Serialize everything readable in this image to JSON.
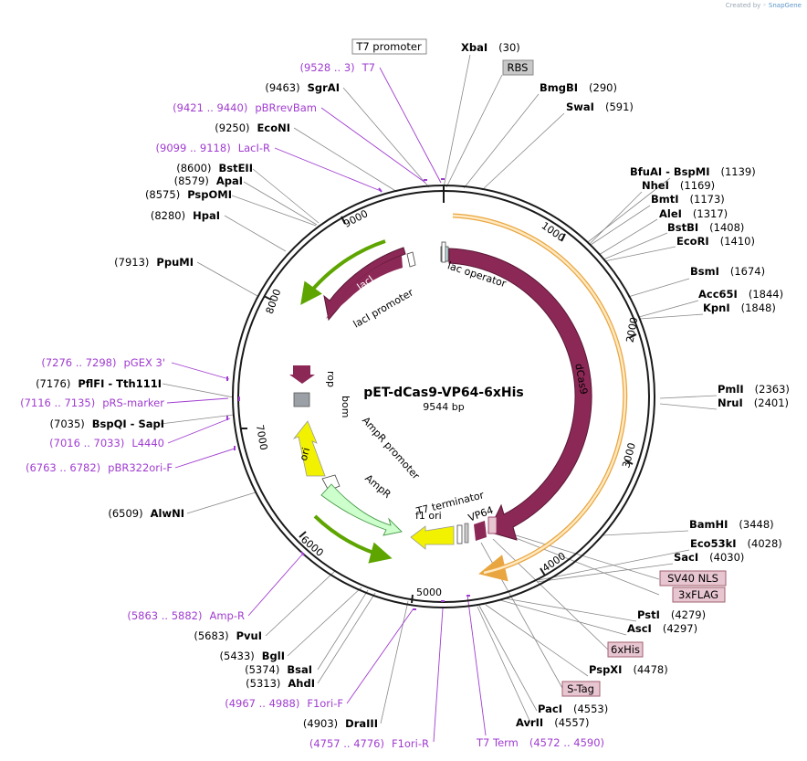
{
  "credit": {
    "prefix": "Created by",
    "brand": "SnapGene"
  },
  "plasmid": {
    "name": "pET-dCas9-VP64-6xHis",
    "length": "9544 bp"
  },
  "ticks": [
    "1000",
    "2000",
    "3000",
    "4000",
    "5000",
    "6000",
    "7000",
    "8000",
    "9000"
  ],
  "features": [
    {
      "name": "dCas9",
      "label": "dCas9",
      "color": "#8b2856"
    },
    {
      "name": "lacI",
      "label": "lacI",
      "color": "#8b2856"
    },
    {
      "name": "lacI promoter",
      "label": "lacI promoter"
    },
    {
      "name": "lac operator",
      "label": "lac operator"
    },
    {
      "name": "rop",
      "label": "rop",
      "color": "#8b2856"
    },
    {
      "name": "bom",
      "label": "bom",
      "color": "#9aa0a6"
    },
    {
      "name": "ori",
      "label": "ori",
      "color": "#f2f200"
    },
    {
      "name": "AmpR promoter",
      "label": "AmpR promoter"
    },
    {
      "name": "AmpR",
      "label": "AmpR",
      "color": "#ccffcc"
    },
    {
      "name": "f1 ori",
      "label": "f1 ori",
      "color": "#f2f200"
    },
    {
      "name": "T7 terminator",
      "label": "T7 terminator"
    },
    {
      "name": "VP64",
      "label": "VP64",
      "color": "#8b2856"
    }
  ],
  "sites_right": [
    {
      "name": "XbaI",
      "pos": "(30)"
    },
    {
      "name": "BmgBI",
      "pos": "(290)"
    },
    {
      "name": "SwaI",
      "pos": "(591)"
    },
    {
      "name": "BfuAI  -  BspMI",
      "pos": "(1139)"
    },
    {
      "name": "NheI",
      "pos": "(1169)"
    },
    {
      "name": "BmtI",
      "pos": "(1173)"
    },
    {
      "name": "AleI",
      "pos": "(1317)"
    },
    {
      "name": "BstBI",
      "pos": "(1408)"
    },
    {
      "name": "EcoRI",
      "pos": "(1410)"
    },
    {
      "name": "BsmI",
      "pos": "(1674)"
    },
    {
      "name": "Acc65I",
      "pos": "(1844)"
    },
    {
      "name": "KpnI",
      "pos": "(1848)"
    },
    {
      "name": "PmlI",
      "pos": "(2363)"
    },
    {
      "name": "NruI",
      "pos": "(2401)"
    },
    {
      "name": "BamHI",
      "pos": "(3448)"
    },
    {
      "name": "Eco53kI",
      "pos": "(4028)"
    },
    {
      "name": "SacI",
      "pos": "(4030)"
    },
    {
      "name": "PstI",
      "pos": "(4279)"
    },
    {
      "name": "AscI",
      "pos": "(4297)"
    },
    {
      "name": "PspXI",
      "pos": "(4478)"
    },
    {
      "name": "PacI",
      "pos": "(4553)"
    },
    {
      "name": "AvrII",
      "pos": "(4557)"
    }
  ],
  "sites_left": [
    {
      "name": "SgrAI",
      "pos": "(9463)"
    },
    {
      "name": "EcoNI",
      "pos": "(9250)"
    },
    {
      "name": "BstEII",
      "pos": "(8600)"
    },
    {
      "name": "ApaI",
      "pos": "(8579)"
    },
    {
      "name": "PspOMI",
      "pos": "(8575)"
    },
    {
      "name": "HpaI",
      "pos": "(8280)"
    },
    {
      "name": "PpuMI",
      "pos": "(7913)"
    },
    {
      "name": "PflFI  -  Tth111I",
      "pos": "(7176)"
    },
    {
      "name": "BspQI  -  SapI",
      "pos": "(7035)"
    },
    {
      "name": "AlwNI",
      "pos": "(6509)"
    },
    {
      "name": "PvuI",
      "pos": "(5683)"
    },
    {
      "name": "BglI",
      "pos": "(5433)"
    },
    {
      "name": "BsaI",
      "pos": "(5374)"
    },
    {
      "name": "AhdI",
      "pos": "(5313)"
    },
    {
      "name": "DraIII",
      "pos": "(4903)"
    }
  ],
  "primers": [
    {
      "name": "T7",
      "range": "(9528 .. 3)"
    },
    {
      "name": "pBRrevBam",
      "range": "(9421 .. 9440)"
    },
    {
      "name": "LacI-R",
      "range": "(9099 .. 9118)"
    },
    {
      "name": "pGEX 3'",
      "range": "(7276 .. 7298)"
    },
    {
      "name": "pRS-marker",
      "range": "(7116 .. 7135)"
    },
    {
      "name": "L4440",
      "range": "(7016 .. 7033)"
    },
    {
      "name": "pBR322ori-F",
      "range": "(6763 .. 6782)"
    },
    {
      "name": "Amp-R",
      "range": "(5863 .. 5882)"
    },
    {
      "name": "F1ori-F",
      "range": "(4967 .. 4988)"
    },
    {
      "name": "F1ori-R",
      "range": "(4757 .. 4776)"
    },
    {
      "name": "T7 Term",
      "range": "(4572 .. 4590)"
    }
  ],
  "boxes": [
    {
      "name": "T7 promoter"
    },
    {
      "name": "RBS"
    },
    {
      "name": "SV40 NLS"
    },
    {
      "name": "3xFLAG"
    },
    {
      "name": "6xHis"
    },
    {
      "name": "S-Tag"
    }
  ],
  "colors": {
    "backbone": "#1a1a1a",
    "cds": "#8b2856",
    "orf_outline": "#e9a640",
    "green_orf": "#5ea500",
    "primer": "#a03cd0",
    "box_pink": "#e8c6d1",
    "box_gray": "#c8c8c8"
  }
}
